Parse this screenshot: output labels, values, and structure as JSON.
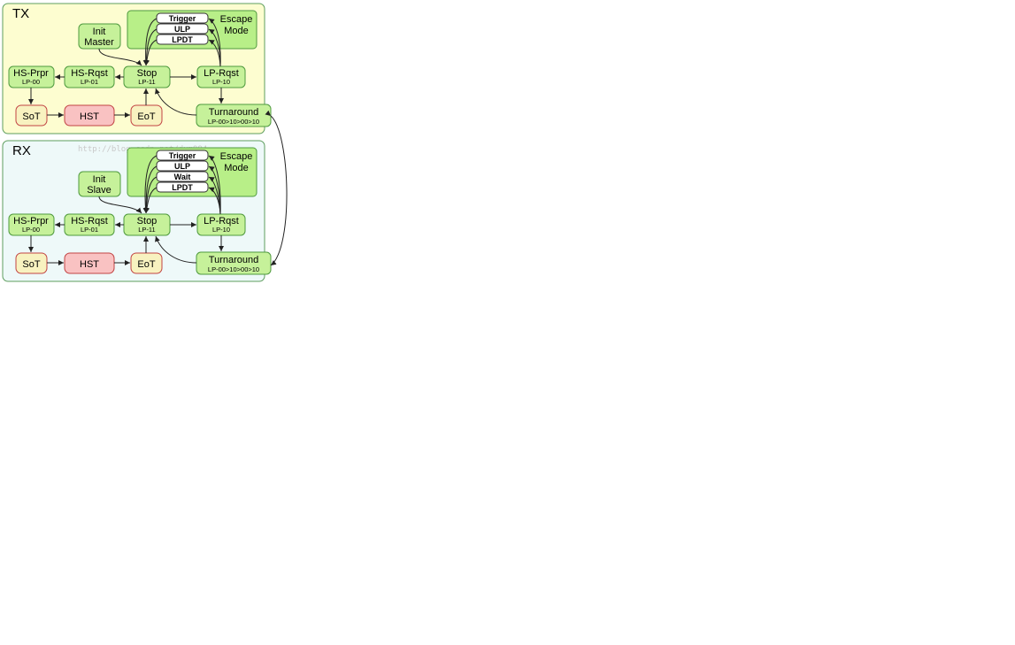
{
  "tx": {
    "title": "TX",
    "escape_mode": [
      "Escape",
      "Mode"
    ],
    "escape_items": [
      "Trigger",
      "ULP",
      "LPDT"
    ],
    "init": [
      "Init",
      "Master"
    ],
    "hs_prpr": {
      "label": "HS-Prpr",
      "sub": "LP-00"
    },
    "hs_rqst": {
      "label": "HS-Rqst",
      "sub": "LP-01"
    },
    "stop": {
      "label": "Stop",
      "sub": "LP-11"
    },
    "lp_rqst": {
      "label": "LP-Rqst",
      "sub": "LP-10"
    },
    "sot": "SoT",
    "hst": "HST",
    "eot": "EoT",
    "turnaround": {
      "label": "Turnaround",
      "sub": "LP-00>10>00>10"
    }
  },
  "rx": {
    "title": "RX",
    "escape_mode": [
      "Escape",
      "Mode"
    ],
    "escape_items": [
      "Trigger",
      "ULP",
      "Wait",
      "LPDT"
    ],
    "init": [
      "Init",
      "Slave"
    ],
    "hs_prpr": {
      "label": "HS-Prpr",
      "sub": "LP-00"
    },
    "hs_rqst": {
      "label": "HS-Rqst",
      "sub": "LP-01"
    },
    "stop": {
      "label": "Stop",
      "sub": "LP-11"
    },
    "lp_rqst": {
      "label": "LP-Rqst",
      "sub": "LP-10"
    },
    "sot": "SoT",
    "hst": "HST",
    "eot": "EoT",
    "turnaround": {
      "label": "Turnaround",
      "sub": "LP-00>10>00>10"
    }
  },
  "watermark": "http://blog.csdn.net/dxm994",
  "colors": {
    "tx_panel": "#fdfdd0",
    "rx_panel": "#eef9f9",
    "panel_border": "#5e9e5e",
    "green_node": "#c6f19a",
    "escape_box": "#b8ef88",
    "red_node": "#f9c2c2",
    "red_border": "#c24444",
    "cream_node": "#f8f2c0",
    "white_item": "#ffffff"
  }
}
